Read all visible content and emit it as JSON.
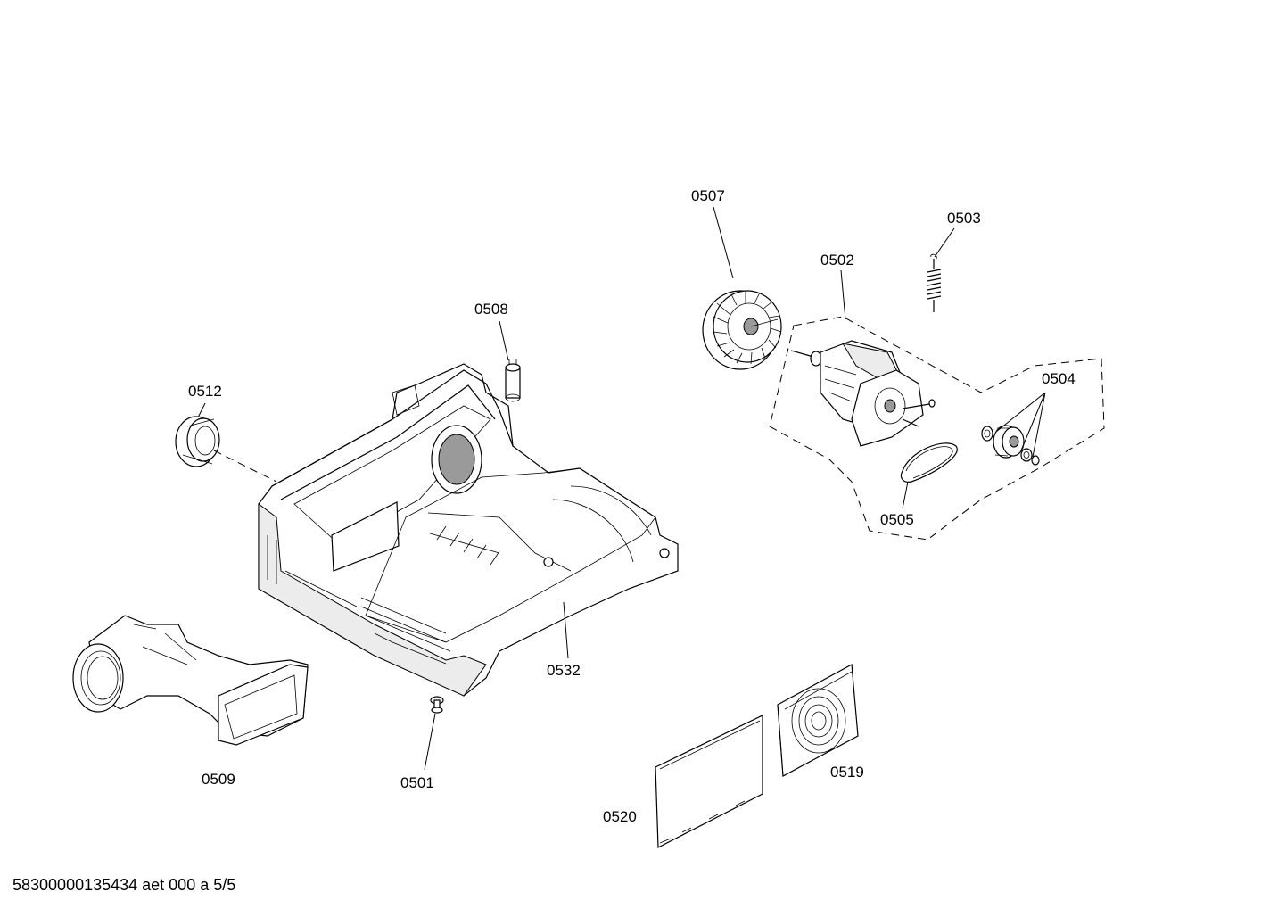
{
  "parts": [
    {
      "id": "0507",
      "label": "0507"
    },
    {
      "id": "0503",
      "label": "0503"
    },
    {
      "id": "0502",
      "label": "0502"
    },
    {
      "id": "0508",
      "label": "0508"
    },
    {
      "id": "0504",
      "label": "0504"
    },
    {
      "id": "0512",
      "label": "0512"
    },
    {
      "id": "0505",
      "label": "0505"
    },
    {
      "id": "0532",
      "label": "0532"
    },
    {
      "id": "0519",
      "label": "0519"
    },
    {
      "id": "0509",
      "label": "0509"
    },
    {
      "id": "0501",
      "label": "0501"
    },
    {
      "id": "0520",
      "label": "0520"
    }
  ],
  "footer": {
    "document_id": "58300000135434 aet 000 a 5/5"
  },
  "colors": {
    "line": "#000000",
    "background": "#ffffff",
    "shade": "#ececec"
  }
}
